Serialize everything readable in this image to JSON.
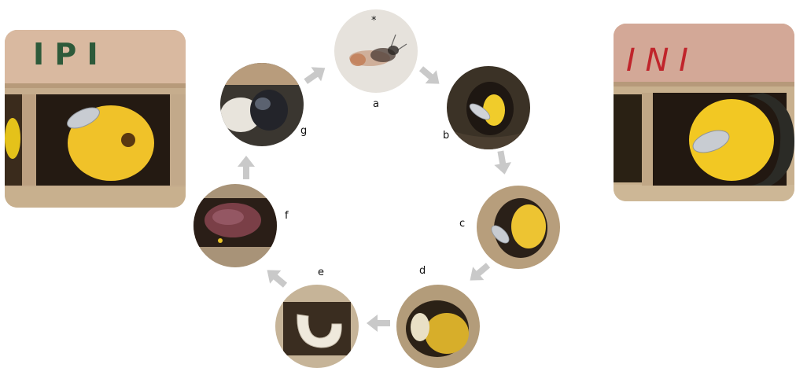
{
  "left_panel": {
    "tube_marking": "I P I"
  },
  "right_panel": {
    "tube_marking": "I N I"
  },
  "stages": [
    {
      "id": "a",
      "label": "a",
      "marker": "*"
    },
    {
      "id": "b",
      "label": "b"
    },
    {
      "id": "c",
      "label": "c"
    },
    {
      "id": "d",
      "label": "d"
    },
    {
      "id": "e",
      "label": "e"
    },
    {
      "id": "f",
      "label": "f"
    },
    {
      "id": "g",
      "label": "g"
    }
  ],
  "colors": {
    "arrow": "#c9c9c9",
    "pollen": "#f1c21b",
    "egg": "#c8ccd2",
    "wood": "#c9b394",
    "tube_marker_left": "#2d5a3a",
    "tube_marker_right": "#c0242b"
  }
}
